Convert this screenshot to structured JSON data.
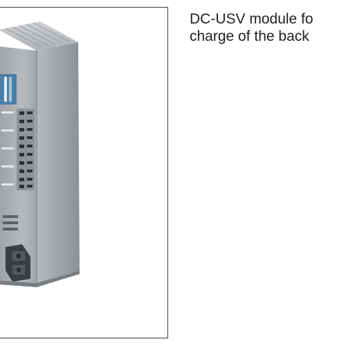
{
  "caption": {
    "line1": "DC-USV module fo",
    "line2": "charge of the back"
  },
  "photo": {
    "subject": "DC UPS module (grey DIN-rail unit with status LEDs and terminals)",
    "colors": {
      "housing": "#a9acb0",
      "housing_light": "#c4c7ca",
      "housing_dark": "#7e8286",
      "frame": "#3a3a3a",
      "brand_strip": "#4a7fa8"
    }
  }
}
